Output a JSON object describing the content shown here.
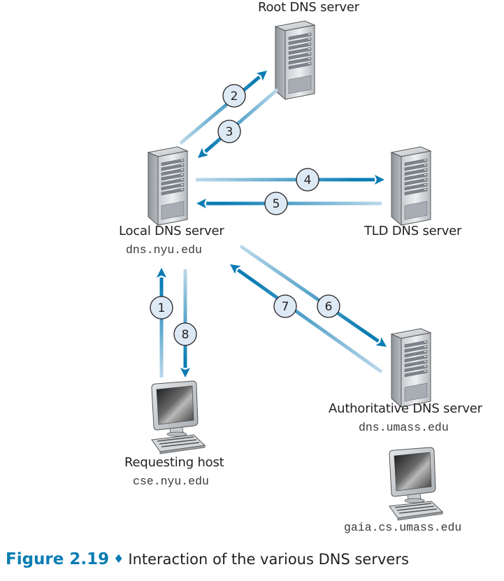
{
  "nodes": {
    "root": {
      "label": "Root DNS server"
    },
    "local": {
      "label": "Local DNS server",
      "hostname": "dns.nyu.edu"
    },
    "tld": {
      "label": "TLD DNS server"
    },
    "authoritative": {
      "label": "Authoritative DNS server",
      "hostname": "dns.umass.edu"
    },
    "requesting_host": {
      "label": "Requesting host",
      "hostname": "cse.nyu.edu"
    },
    "target_host": {
      "hostname": "gaia.cs.umass.edu"
    }
  },
  "steps": [
    {
      "number": "1",
      "from": "requesting_host",
      "to": "local"
    },
    {
      "number": "2",
      "from": "local",
      "to": "root"
    },
    {
      "number": "3",
      "from": "root",
      "to": "local"
    },
    {
      "number": "4",
      "from": "local",
      "to": "tld"
    },
    {
      "number": "5",
      "from": "tld",
      "to": "local"
    },
    {
      "number": "6",
      "from": "local",
      "to": "authoritative"
    },
    {
      "number": "7",
      "from": "authoritative",
      "to": "local"
    },
    {
      "number": "8",
      "from": "local",
      "to": "requesting_host"
    }
  ],
  "colors": {
    "arrow_dark": "#0a7cb3",
    "arrow_light": "#bcd9ea",
    "circle_fill": "#dde9f4",
    "caption_accent": "#0a7cb3"
  },
  "caption": {
    "figure_label": "Figure 2.19",
    "separator": "♦",
    "text": "Interaction of the various DNS servers"
  }
}
